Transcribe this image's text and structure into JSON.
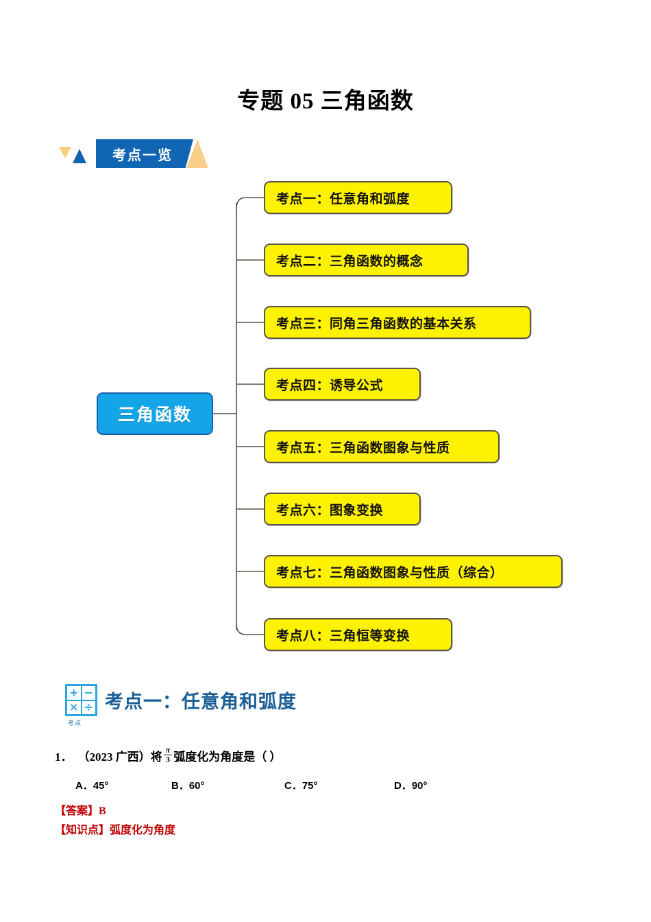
{
  "document": {
    "title": "专题 05 三角函数"
  },
  "banner": {
    "label": "考点一览",
    "colors": {
      "blue": "#1166B4",
      "orange": "#F8D089"
    }
  },
  "mindmap": {
    "root": {
      "label": "三角函数",
      "fill": "#14A4E8",
      "border": "#1C5FA8",
      "text_color": "#FFFFFF"
    },
    "node_fill": "#FFF200",
    "node_border": "#59544A",
    "nodes": [
      {
        "label": "考点一：任意角和弧度"
      },
      {
        "label": "考点二：三角函数的概念"
      },
      {
        "label": "考点三：同角三角函数的基本关系"
      },
      {
        "label": "考点四：诱导公式"
      },
      {
        "label": "考点五：三角函数图象与性质"
      },
      {
        "label": "考点六：图象变换"
      },
      {
        "label": "考点七：三角函数图象与性质（综合）"
      },
      {
        "label": "考点八：三角恒等变换"
      }
    ]
  },
  "section": {
    "icon_cells": [
      "+",
      "−",
      "×",
      "÷"
    ],
    "icon_color": "#2CA6E0",
    "title": "考点一：任意角和弧度",
    "title_color": "#1A5E96",
    "ghost_mark": "考点"
  },
  "question": {
    "number": "1．",
    "source": "（2023 广西）",
    "stem_before": "将",
    "fraction": {
      "numerator": "π",
      "denominator": "3"
    },
    "stem_after": "弧度化为角度是（    ）",
    "options": [
      {
        "key": "A．",
        "value": "45°"
      },
      {
        "key": "B．",
        "value": "60°"
      },
      {
        "key": "C．",
        "value": "75°"
      },
      {
        "key": "D．",
        "value": "90°"
      }
    ],
    "answer_line": "【答案】B",
    "knowledge_line": "【知识点】弧度化为角度",
    "answer_color": "#C00000"
  }
}
